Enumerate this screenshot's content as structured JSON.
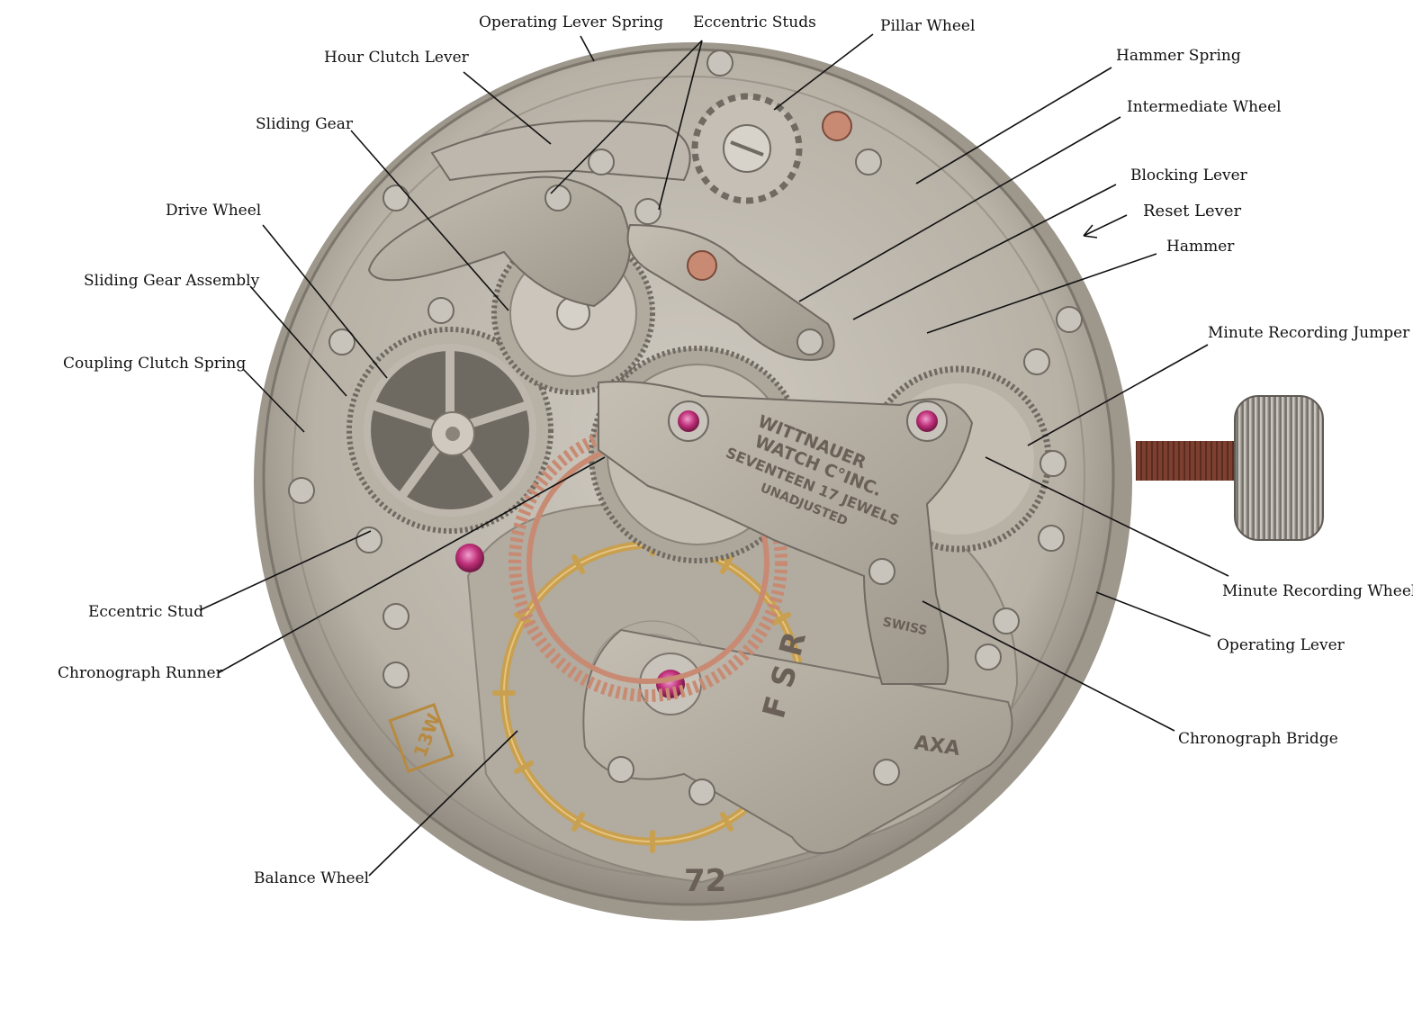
{
  "labels": {
    "operating_lever_spring": "Operating Lever Spring",
    "eccentric_studs": "Eccentric Studs",
    "pillar_wheel": "Pillar Wheel",
    "hour_clutch_lever": "Hour Clutch Lever",
    "hammer_spring": "Hammer Spring",
    "intermediate_wheel": "Intermediate Wheel",
    "sliding_gear": "Sliding Gear",
    "blocking_lever": "Blocking Lever",
    "reset_lever": "Reset Lever",
    "drive_wheel": "Drive Wheel",
    "hammer": "Hammer",
    "sliding_gear_assembly": "Sliding Gear Assembly",
    "minute_recording_jumper": "Minute Recording Jumper",
    "coupling_clutch_spring": "Coupling Clutch Spring",
    "minute_recording_wheel": "Minute Recording Wheel",
    "eccentric_stud": "Eccentric Stud",
    "operating_lever": "Operating Lever",
    "chronograph_runner": "Chronograph Runner",
    "chronograph_bridge": "Chronograph Bridge",
    "balance_wheel": "Balance Wheel"
  },
  "engravings": {
    "maker_line1": "WITTNAUER",
    "maker_line2": "WATCH C°INC.",
    "maker_line3": "SEVENTEEN 17 JEWELS",
    "maker_line4": "UNADJUSTED",
    "swiss": "SWISS",
    "axa": "AXA",
    "size": "13W",
    "regulator": "F S R",
    "number": "72"
  },
  "colors": {
    "plate": "#bdb7ad",
    "bridge": "#ada699",
    "steel": "#a8a49c",
    "gold": "#c8a050",
    "copper": "#c88a72",
    "jewel": "#c0307a"
  }
}
